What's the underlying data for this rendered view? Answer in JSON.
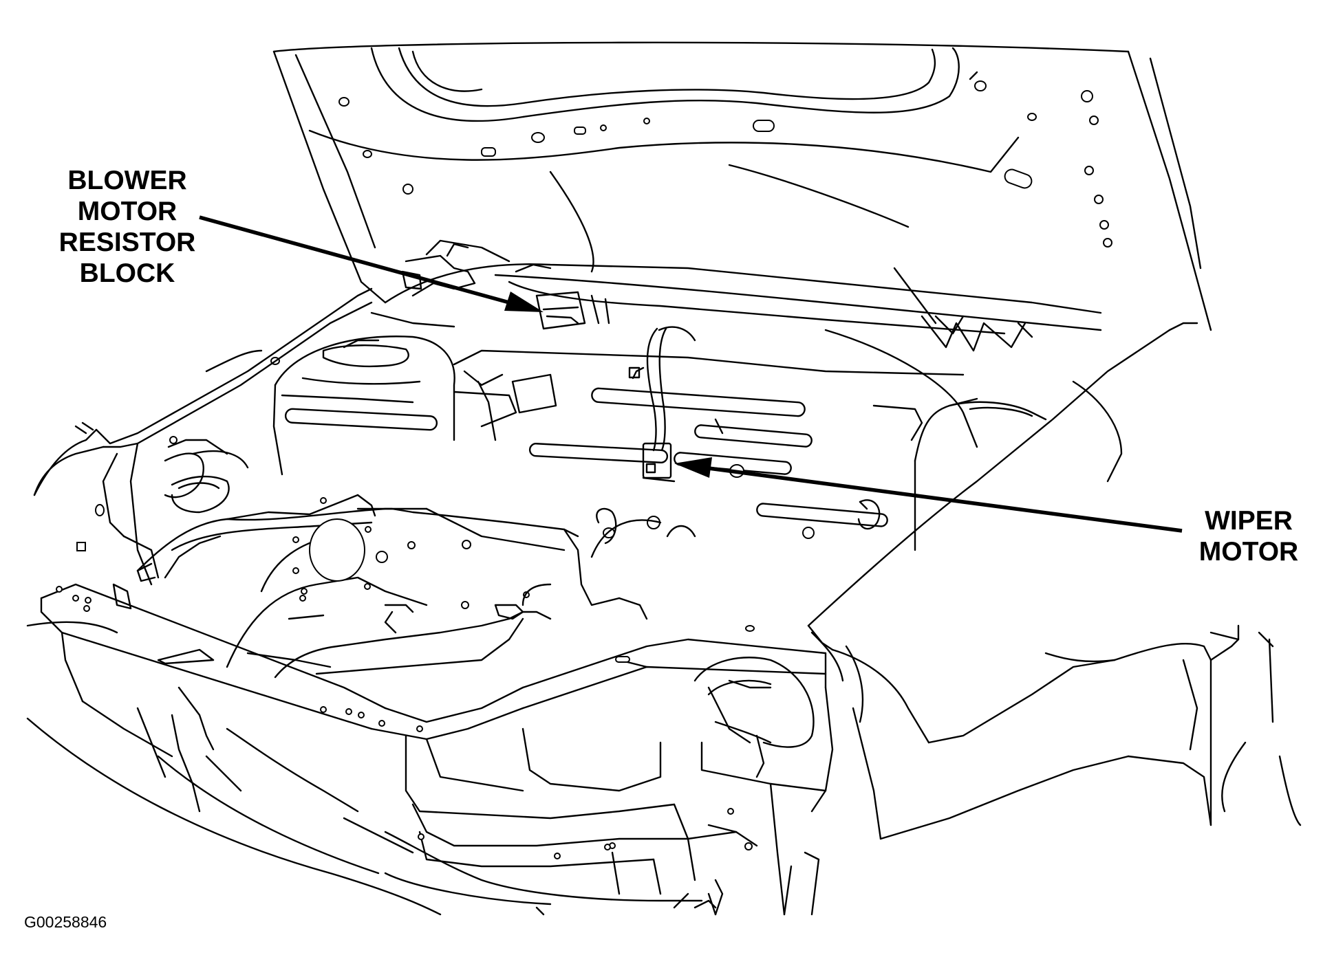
{
  "diagram": {
    "callouts": {
      "blower_motor_resistor_block": {
        "lines": [
          "BLOWER",
          "MOTOR",
          "RESISTOR",
          "BLOCK"
        ]
      },
      "wiper_motor": {
        "lines": [
          "WIPER",
          "MOTOR"
        ]
      }
    },
    "figure_id": "G00258846",
    "colors": {
      "line": "#000000",
      "background": "#ffffff"
    }
  }
}
